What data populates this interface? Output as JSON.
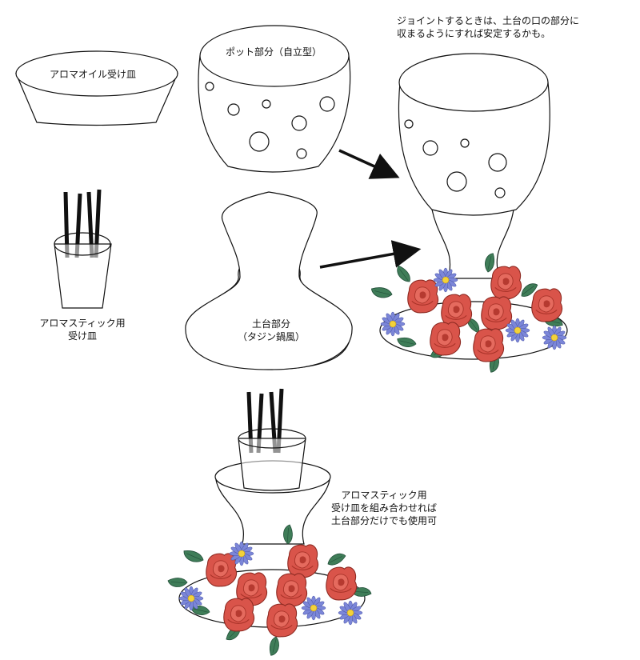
{
  "labels": {
    "aroma_oil_dish": "アロマオイル受け皿",
    "pot_part": "ポット部分（自立型）",
    "stick_dish_l1": "アロマスティック用",
    "stick_dish_l2": "受け皿",
    "base_l1": "土台部分",
    "base_l2": "（タジン鍋風）",
    "joint_note_l1": "ジョイントするときは、土台の口の部分に",
    "joint_note_l2": "収まるようにすれば安定するかも。",
    "combo_l1": "アロマスティック用",
    "combo_l2": "受け皿を組み合わせれば",
    "combo_l3": "土台部分だけでも使用可"
  },
  "colors": {
    "line": "#111111",
    "rose": "#d9544a",
    "rose_dark": "#a83228",
    "leaf": "#3f7d58",
    "aster": "#7b86d8",
    "aster_center": "#f3d23a"
  }
}
